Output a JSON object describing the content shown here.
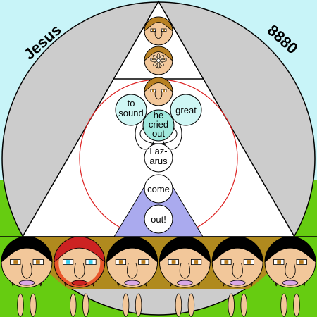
{
  "labels": {
    "left": "Jesus",
    "right": "8880"
  },
  "bubbles": [
    {
      "id": "to-sound",
      "lines": [
        "to",
        "sound"
      ]
    },
    {
      "id": "great",
      "lines": [
        "great"
      ]
    },
    {
      "id": "he-cried-out",
      "lines": [
        "he",
        "cried",
        "out"
      ]
    },
    {
      "id": "lazarus",
      "lines": [
        "Laz-",
        "arus"
      ]
    },
    {
      "id": "come",
      "lines": [
        "come"
      ]
    },
    {
      "id": "out",
      "lines": [
        "out!"
      ]
    }
  ],
  "colors": {
    "sky": "#c8f4f8",
    "grass": "#66cc11",
    "big_circle": "#cccccc",
    "triangle": "#ffffff",
    "red_circle": "#dd2222",
    "band": "#b08a1e",
    "cone": "#aaaaee",
    "bubble_cyan": "#cff6f4",
    "bubble_teal": "#a0e8dd",
    "face_tan": "#f2c79a",
    "face_red": "#cc2222",
    "hair_brown": "#b88022"
  },
  "faces": {
    "top_count": 3,
    "bottom_count": 6,
    "bottom_red_index": 1
  }
}
